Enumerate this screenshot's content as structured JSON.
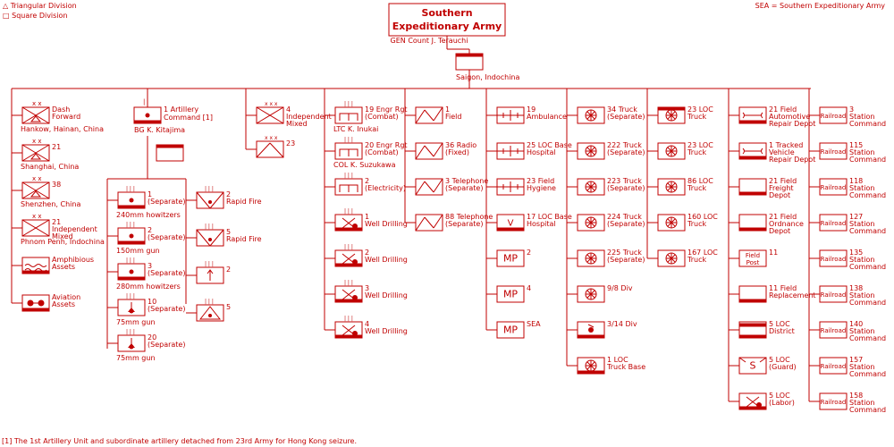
{
  "colors": {
    "ink": "#c00000",
    "bg": "#ffffff"
  },
  "legend": {
    "triangular": "Triangular Division",
    "square": "Square Division"
  },
  "abbreviation": "SEA = Southern Expeditionary Army",
  "footnote": "[1] The 1st Artillery Unit and subordinate artillery detached from 23rd Army for Hong Kong seizure.",
  "hq": {
    "title_line1": "Southern",
    "title_line2": "Expeditionary Army",
    "commander": "GEN  Count J. Terauchi",
    "location": "Saigon, Indochina"
  },
  "col1": [
    {
      "sym": "div-tri",
      "l1": "Dash",
      "l2": "Forward",
      "under": "Hankow, Hainan, China"
    },
    {
      "sym": "div-tri",
      "l1": "21",
      "l2": "",
      "under": "Shanghai, China"
    },
    {
      "sym": "div-tri",
      "l1": "38",
      "l2": "",
      "under": "Shenzhen, China"
    },
    {
      "sym": "div-sq",
      "l1": "21",
      "l2": "Independent",
      "l3": "Mixed",
      "under": "Phnom Penh, Indochina"
    },
    {
      "sym": "amph",
      "l1": "Amphibious",
      "l2": "Assets"
    },
    {
      "sym": "avn",
      "l1": "Aviation",
      "l2": "Assets"
    }
  ],
  "arty": {
    "l1": "1  Artillery",
    "l2": "Command [1]",
    "commander": "BG  K. Kitajima"
  },
  "arty_sub": [
    {
      "l1": "1",
      "l2": "(Separate)",
      "under": "240mm howitzers"
    },
    {
      "l1": "2",
      "l2": "(Separate)",
      "under": "150mm gun"
    },
    {
      "l1": "3",
      "l2": "(Separate)",
      "under": "280mm howitzers"
    },
    {
      "l1": "10",
      "l2": "(Separate)",
      "under": "75mm gun"
    },
    {
      "l1": "20",
      "l2": "(Separate)",
      "under": "75mm gun"
    }
  ],
  "arty_right": [
    {
      "l1": "2",
      "l2": "Rapid Fire"
    },
    {
      "l1": "5",
      "l2": "Rapid Fire"
    },
    {
      "l1": "2",
      "l2": ""
    },
    {
      "l1": "5",
      "l2": ""
    }
  ],
  "col3": [
    {
      "l1": "4",
      "l2": "Independent",
      "l3": "Mixed"
    },
    {
      "l1": "23",
      "l2": ""
    }
  ],
  "col4": [
    {
      "sym": "engr",
      "l1": "19  Engr Rgt",
      "l2": "(Combat)",
      "under": "LTC  K. Inukai"
    },
    {
      "sym": "engr",
      "l1": "20  Engr Rgt",
      "l2": "(Combat)",
      "under": "COL  K. Suzukawa"
    },
    {
      "sym": "engr",
      "l1": "2",
      "l2": "(Electricity)"
    },
    {
      "sym": "well",
      "l1": "1",
      "l2": "Well Drilling"
    },
    {
      "sym": "well",
      "l1": "2",
      "l2": "Well Drilling"
    },
    {
      "sym": "well",
      "l1": "3",
      "l2": "Well Drilling"
    },
    {
      "sym": "well",
      "l1": "4",
      "l2": "Well Drilling"
    }
  ],
  "col5": [
    {
      "l1": "1",
      "l2": "Field"
    },
    {
      "l1": "36  Radio",
      "l2": "(Fixed)"
    },
    {
      "l1": "3  Telephone",
      "l2": "(Separate)"
    },
    {
      "l1": "88  Telephone",
      "l2": "(Separate)"
    }
  ],
  "col6": [
    {
      "sym": "med",
      "l1": "19",
      "l2": "Ambulance"
    },
    {
      "sym": "med",
      "l1": "25  LOC Base",
      "l2": "Hospital"
    },
    {
      "sym": "med",
      "l1": "23  Field",
      "l2": "Hygiene"
    },
    {
      "sym": "vet",
      "l1": "17  LOC Base",
      "l2": "Hospital",
      "glyph": "V"
    },
    {
      "sym": "mp",
      "l1": "2",
      "l2": "",
      "glyph": "MP"
    },
    {
      "sym": "mp",
      "l1": "4",
      "l2": "",
      "glyph": "MP"
    },
    {
      "sym": "mp",
      "l1": "SEA",
      "l2": "",
      "glyph": "MP"
    }
  ],
  "col7": [
    {
      "sym": "truck",
      "l1": "34  Truck",
      "l2": "(Separate)"
    },
    {
      "sym": "truck",
      "l1": "222  Truck",
      "l2": "(Separate)"
    },
    {
      "sym": "truck",
      "l1": "223  Truck",
      "l2": "(Separate)"
    },
    {
      "sym": "truck",
      "l1": "224  Truck",
      "l2": "(Separate)"
    },
    {
      "sym": "truck",
      "l1": "225  Truck",
      "l2": "(Separate)"
    },
    {
      "sym": "truck",
      "l1": "9/8  Div",
      "l2": ""
    },
    {
      "sym": "medtruck",
      "l1": "3/14  Div",
      "l2": ""
    },
    {
      "sym": "truckbase",
      "l1": "1  LOC",
      "l2": "Truck Base"
    }
  ],
  "col8": [
    {
      "sym": "truckbar",
      "l1": "23  LOC",
      "l2": "Truck"
    },
    {
      "sym": "truck",
      "l1": "23  LOC",
      "l2": "Truck"
    },
    {
      "sym": "truck",
      "l1": "86  LOC",
      "l2": "Truck"
    },
    {
      "sym": "truck",
      "l1": "160  LOC",
      "l2": "Truck"
    },
    {
      "sym": "truck",
      "l1": "167  LOC",
      "l2": "Truck"
    }
  ],
  "col9": [
    {
      "sym": "repair",
      "l1": "21  Field",
      "l2": "Automotive",
      "l3": "Repair Depot"
    },
    {
      "sym": "repair",
      "l1": "1  Tracked",
      "l2": "Vehicle",
      "l3": "Repair Depot"
    },
    {
      "sym": "depot",
      "l1": "21  Field",
      "l2": "Freight",
      "l3": "Depot"
    },
    {
      "sym": "depot",
      "l1": "21  Field",
      "l2": "Ordnance",
      "l3": "Depot"
    },
    {
      "sym": "post",
      "l1": "11",
      "l2": "",
      "glyph1": "Field",
      "glyph2": "Post"
    },
    {
      "sym": "depot",
      "l1": "11  Field",
      "l2": "Replacement"
    },
    {
      "sym": "barmid",
      "l1": "5  LOC",
      "l2": "District"
    },
    {
      "sym": "guard",
      "l1": "5  LOC",
      "l2": "(Guard)",
      "glyph": "S"
    },
    {
      "sym": "labor",
      "l1": "5  LOC",
      "l2": "(Labor)"
    }
  ],
  "col10_box": "Railroad",
  "col10": [
    {
      "l1": "3",
      "l2": "Station",
      "l3": "Command"
    },
    {
      "l1": "115",
      "l2": "Station",
      "l3": "Command"
    },
    {
      "l1": "118",
      "l2": "Station",
      "l3": "Command"
    },
    {
      "l1": "127",
      "l2": "Station",
      "l3": "Command"
    },
    {
      "l1": "135",
      "l2": "Station",
      "l3": "Command"
    },
    {
      "l1": "138",
      "l2": "Station",
      "l3": "Command"
    },
    {
      "l1": "140",
      "l2": "Station",
      "l3": "Command"
    },
    {
      "l1": "157",
      "l2": "Station",
      "l3": "Command"
    },
    {
      "l1": "158",
      "l2": "Station",
      "l3": "Command"
    }
  ]
}
